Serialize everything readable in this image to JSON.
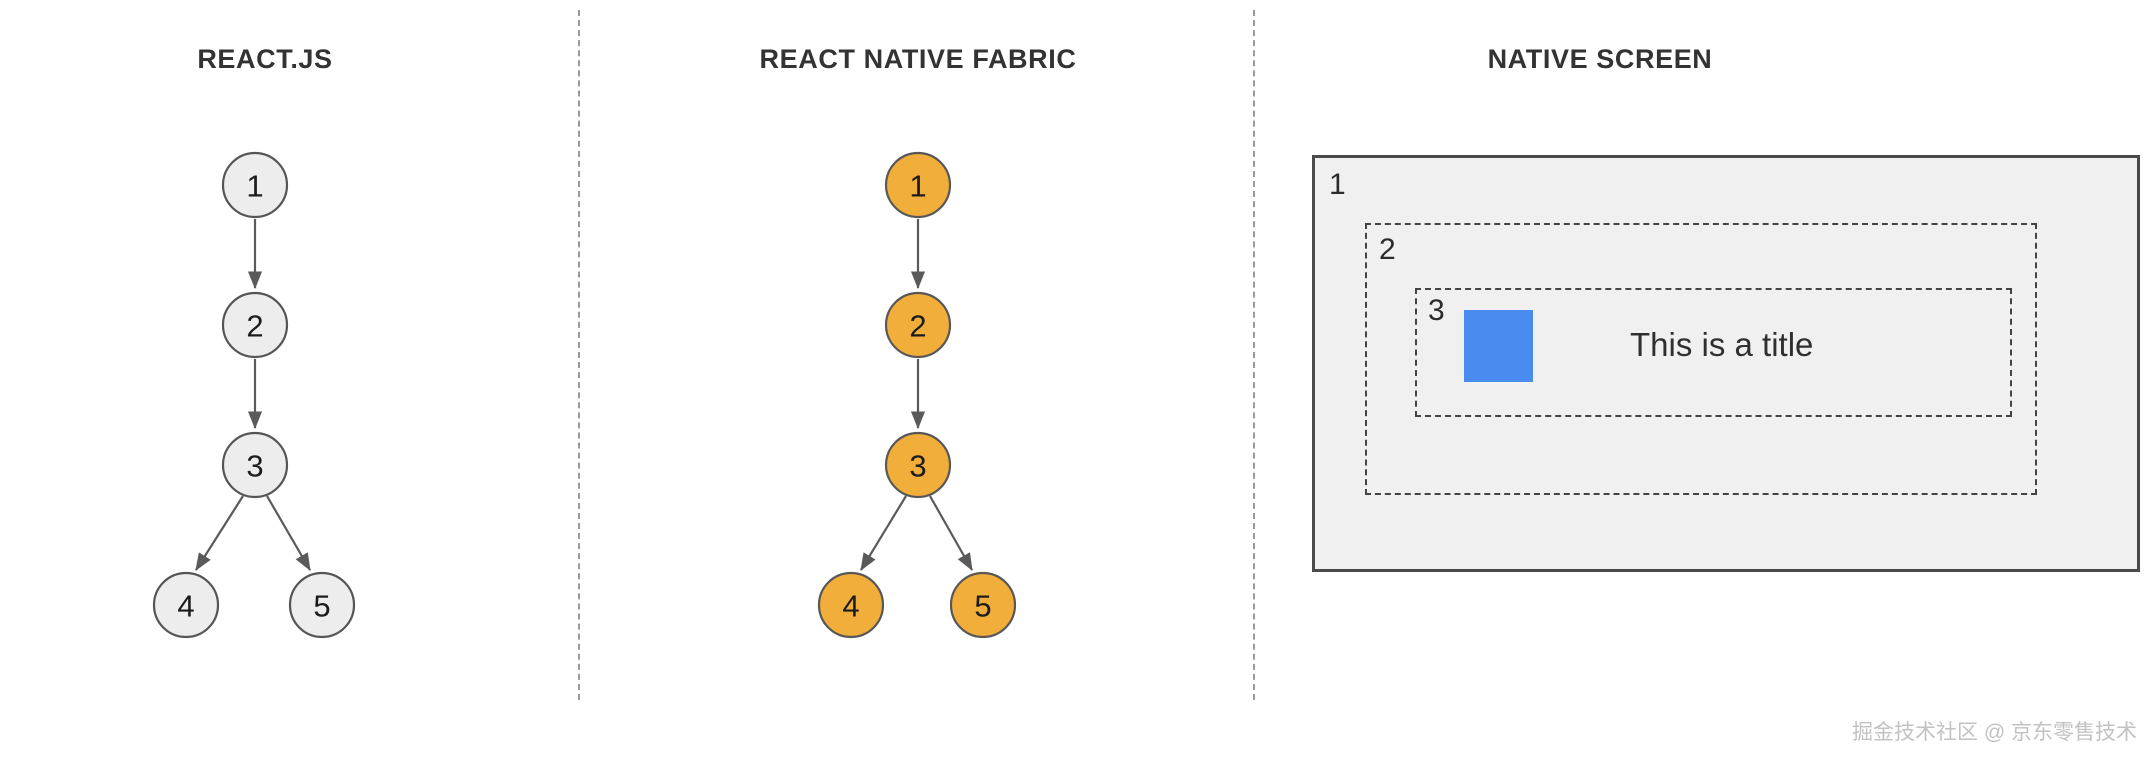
{
  "columns": [
    {
      "title": "REACT.JS"
    },
    {
      "title": "REACT NATIVE FABRIC"
    },
    {
      "title": "NATIVE SCREEN"
    }
  ],
  "react_tree": {
    "node_fill": "#ededed",
    "node_stroke": "#555555",
    "nodes": [
      {
        "id": "1",
        "label": "1"
      },
      {
        "id": "2",
        "label": "2"
      },
      {
        "id": "3",
        "label": "3"
      },
      {
        "id": "4",
        "label": "4"
      },
      {
        "id": "5",
        "label": "5"
      }
    ]
  },
  "fabric_tree": {
    "node_fill": "#f2ae3a",
    "node_stroke": "#575757",
    "nodes": [
      {
        "id": "1",
        "label": "1"
      },
      {
        "id": "2",
        "label": "2"
      },
      {
        "id": "3",
        "label": "3"
      },
      {
        "id": "4",
        "label": "4"
      },
      {
        "id": "5",
        "label": "5"
      }
    ]
  },
  "native_screen": {
    "outer_label": "1",
    "middle_label": "2",
    "inner_label": "3",
    "title": "This is a title",
    "square_color": "#4a8bef",
    "panel_background": "#f0f0f0",
    "panel_border": "#4a4a4a"
  },
  "watermark": "掘金技术社区 @ 京东零售技术"
}
